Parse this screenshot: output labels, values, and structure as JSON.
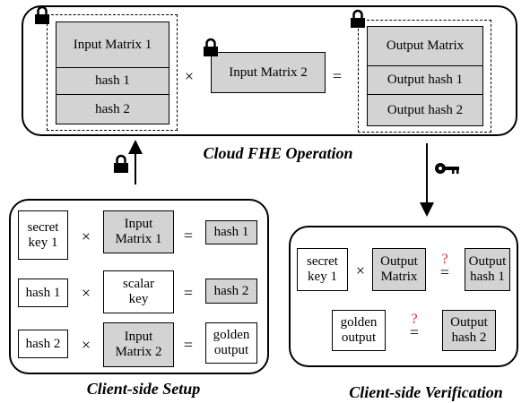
{
  "cloud": {
    "input1": [
      "Input Matrix 1",
      "hash 1",
      "hash 2"
    ],
    "times": "×",
    "input2": "Input Matrix 2",
    "equals": "=",
    "output": [
      "Output Matrix",
      "Output hash 1",
      "Output hash 2"
    ],
    "caption": "Cloud FHE Operation"
  },
  "setup": {
    "rows": [
      {
        "left": "secret\nkey 1",
        "op": "×",
        "mid": "Input\nMatrix 1",
        "eq": "=",
        "right": "hash 1"
      },
      {
        "left": "hash 1",
        "op": "×",
        "mid": "scalar\nkey",
        "eq": "=",
        "right": "hash 2"
      },
      {
        "left": "hash 2",
        "op": "×",
        "mid": "Input\nMatrix 2",
        "eq": "=",
        "right": "golden\noutput"
      }
    ],
    "caption": "Client-side Setup"
  },
  "verify": {
    "row1": {
      "left": "secret\nkey 1",
      "op": "×",
      "mid": "Output\nMatrix",
      "q": "?",
      "eq": "=",
      "right": "Output\nhash 1"
    },
    "row2": {
      "left": "golden\noutput",
      "q": "?",
      "eq": "=",
      "right": "Output\nhash 2"
    },
    "caption": "Client-side Verification"
  },
  "icons": [
    "lock-icon",
    "key-icon"
  ]
}
